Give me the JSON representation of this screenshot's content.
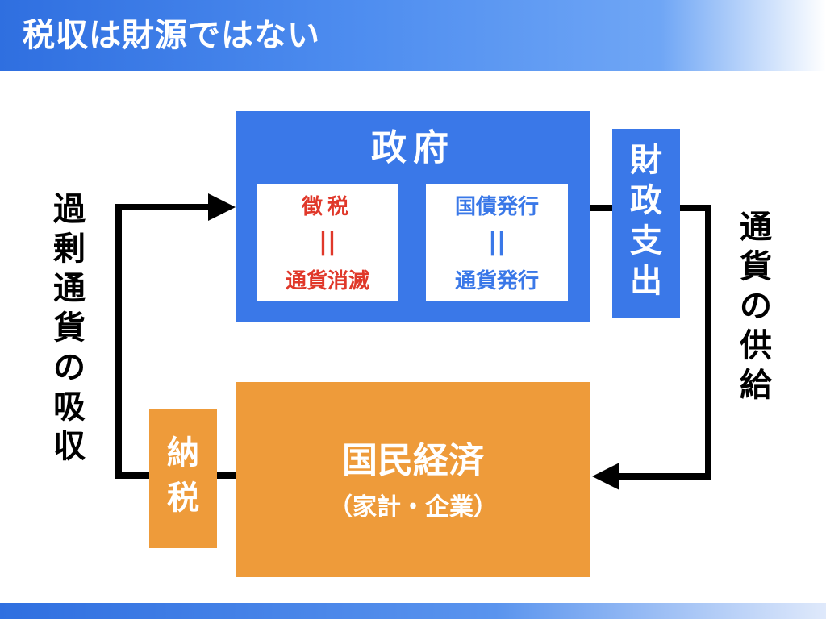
{
  "header": {
    "title": "税収は財源ではない"
  },
  "government": {
    "title": "政府",
    "tax_box": {
      "line1": "徴税",
      "line2": "||",
      "line3": "通貨消滅"
    },
    "bond_box": {
      "line1": "国債発行",
      "line2": "||",
      "line3": "通貨発行"
    }
  },
  "fiscal_spending": {
    "label_chars": [
      "財",
      "政",
      "支",
      "出"
    ]
  },
  "national_economy": {
    "title": "国民経済",
    "subtitle": "（家計・企業）"
  },
  "tax_payment": {
    "label_chars": [
      "納",
      "税"
    ]
  },
  "left_label": {
    "chars": [
      "過",
      "剰",
      "通",
      "貨",
      "の",
      "吸",
      "収"
    ]
  },
  "right_label": {
    "chars": [
      "通",
      "貨",
      "の",
      "供",
      "給"
    ]
  },
  "colors": {
    "header_blue": "#2f6fe0",
    "government_blue": "#3a78e8",
    "economy_orange": "#ee9b3a",
    "tax_red": "#e0382a",
    "arrow_black": "#000000"
  }
}
